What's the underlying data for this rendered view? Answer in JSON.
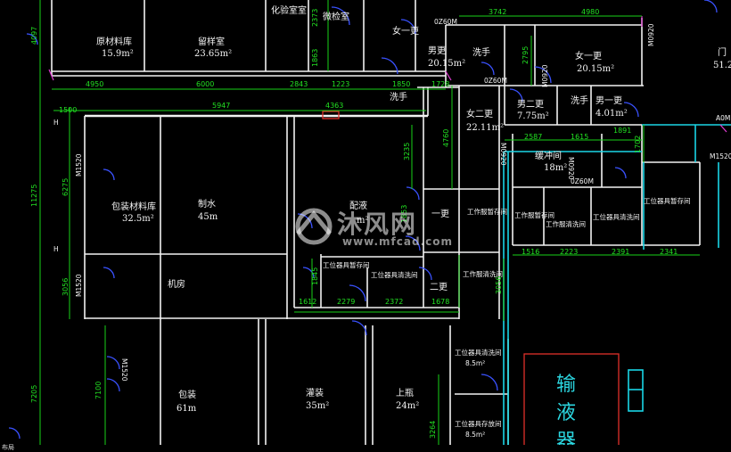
{
  "rooms": [
    {
      "id": "r1",
      "name": "原材料库",
      "area": "15.9m²"
    },
    {
      "id": "r2",
      "name": "留样室",
      "area": "23.65m²"
    },
    {
      "id": "r3",
      "name": "化验室室",
      "area": ""
    },
    {
      "id": "r4",
      "name": "微检室",
      "area": ""
    },
    {
      "id": "r5",
      "name": "女一更",
      "area": ""
    },
    {
      "id": "r6",
      "name": "男更",
      "area": "20.15m²"
    },
    {
      "id": "r7",
      "name": "洗手",
      "area": ""
    },
    {
      "id": "r8",
      "name": "女一更",
      "area": "20.15m²"
    },
    {
      "id": "r9",
      "name": "门",
      "area": "51.2"
    },
    {
      "id": "r10",
      "name": "洗手",
      "area": ""
    },
    {
      "id": "r11",
      "name": "女二更",
      "area": "22.11m²"
    },
    {
      "id": "r12",
      "name": "男二更",
      "area": "7.75m²"
    },
    {
      "id": "r13",
      "name": "洗手",
      "area": ""
    },
    {
      "id": "r14",
      "name": "男一更",
      "area": "4.01m²"
    },
    {
      "id": "r15",
      "name": "缓冲间",
      "area": "18m²"
    },
    {
      "id": "r16",
      "name": "包装材料库",
      "area": "32.5m²"
    },
    {
      "id": "r17",
      "name": "制水",
      "area": "45m"
    },
    {
      "id": "r18",
      "name": "配液",
      "area": "m²"
    },
    {
      "id": "r19",
      "name": "一更",
      "area": ""
    },
    {
      "id": "r20",
      "name": "工作服暂存间",
      "area": ""
    },
    {
      "id": "r21",
      "name": "工作服暂存间",
      "area": ""
    },
    {
      "id": "r22",
      "name": "工作服清洗间",
      "area": ""
    },
    {
      "id": "r23",
      "name": "工位器具清洗间",
      "area": ""
    },
    {
      "id": "r24",
      "name": "工位器具暂存间",
      "area": ""
    },
    {
      "id": "r25",
      "name": "工位器具暂存间",
      "area": ""
    },
    {
      "id": "r26",
      "name": "工位器具清洗间",
      "area": ""
    },
    {
      "id": "r27",
      "name": "工作服清洗间",
      "area": ""
    },
    {
      "id": "r28",
      "name": "二更",
      "area": ""
    },
    {
      "id": "r29",
      "name": "机房",
      "area": ""
    },
    {
      "id": "r30",
      "name": "工位器具清洗间",
      "area": "8.5m²"
    },
    {
      "id": "r31",
      "name": "工位器具存放间",
      "area": "8.5m²"
    },
    {
      "id": "r32",
      "name": "包装",
      "area": "61m"
    },
    {
      "id": "r33",
      "name": "灌装",
      "area": "35m²"
    },
    {
      "id": "r34",
      "name": "上瓶",
      "area": "24m²"
    }
  ],
  "door_tags": [
    "0Z60M",
    "0Z60M",
    "M0920",
    "M0920",
    "0Z60M",
    "M0920",
    "M1520",
    "M1520",
    "M1520",
    "M1520",
    "A0M",
    "M0920"
  ],
  "dims_top": [
    "3742",
    "4980"
  ],
  "dims_row1": [
    "4950",
    "6000",
    "2843",
    "1223",
    "1850",
    "1728"
  ],
  "dims_row2": [
    "1500",
    "5947",
    "4363"
  ],
  "dims_mid": [
    "2587",
    "1615",
    "1891"
  ],
  "dims_lower": [
    "1516",
    "2223",
    "2391",
    "2341"
  ],
  "dims_bottom": [
    "1612",
    "2279",
    "2372",
    "1678"
  ],
  "dims_left": [
    "4097",
    "11275",
    "6275",
    "3056",
    "7205",
    "7100"
  ],
  "dims_vertical": [
    "2373",
    "1863",
    "2795",
    "4760",
    "3235",
    "1845",
    "3056",
    "3264",
    "1702",
    "1853"
  ],
  "big_label": [
    "输",
    "液",
    "器"
  ],
  "watermark": {
    "brand": "沐风网",
    "url": "www.mfcad.com"
  },
  "bottom_tab": "布局",
  "colors": {
    "wall": "#f2f2f2",
    "dimension": "#19d219",
    "partition": "#1ad6e6",
    "door": "#3a52ff",
    "column": "#e23bd4",
    "red": "#e0302a"
  }
}
